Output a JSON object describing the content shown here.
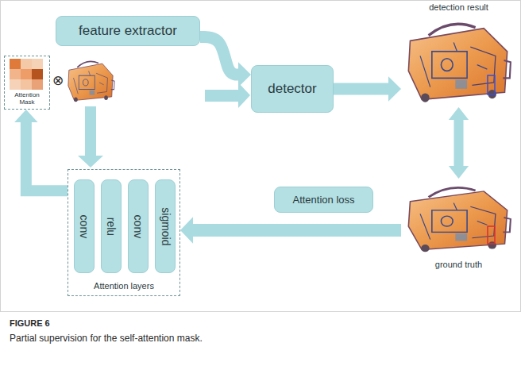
{
  "diagram": {
    "caption": "Partial supervision for the self-attention mask.",
    "nodes": [
      {
        "text": [
          "feature extractor"
        ]
      },
      {
        "text": [
          "Attention Mask"
        ]
      },
      {
        "text": [
          "detector"
        ]
      },
      {
        "text": [
          "detection result"
        ]
      },
      {
        "text": [
          "Attention loss"
        ]
      },
      {
        "text": [
          "ground truth"
        ]
      },
      {
        "text": [
          "Attention layers"
        ]
      },
      {
        "text": [
          "conv"
        ],
        "in": 6
      },
      {
        "text": [
          "relu"
        ],
        "in": 6
      },
      {
        "text": [
          "conv"
        ],
        "in": 6
      },
      {
        "text": [
          "sigmoid"
        ],
        "in": 6
      }
    ],
    "edges": [
      {
        "from": 0,
        "to": 2,
        "arrow": "to"
      },
      {
        "from": 2,
        "to": 3,
        "arrow": "to"
      },
      {
        "from": 3,
        "to": 5,
        "arrow": "both"
      },
      {
        "from": 5,
        "to": 6,
        "arrow": "to"
      },
      {
        "from": 6,
        "to": 1,
        "arrow": "to"
      }
    ],
    "labels": [
      "⊗",
      "FIGURE 6"
    ]
  }
}
